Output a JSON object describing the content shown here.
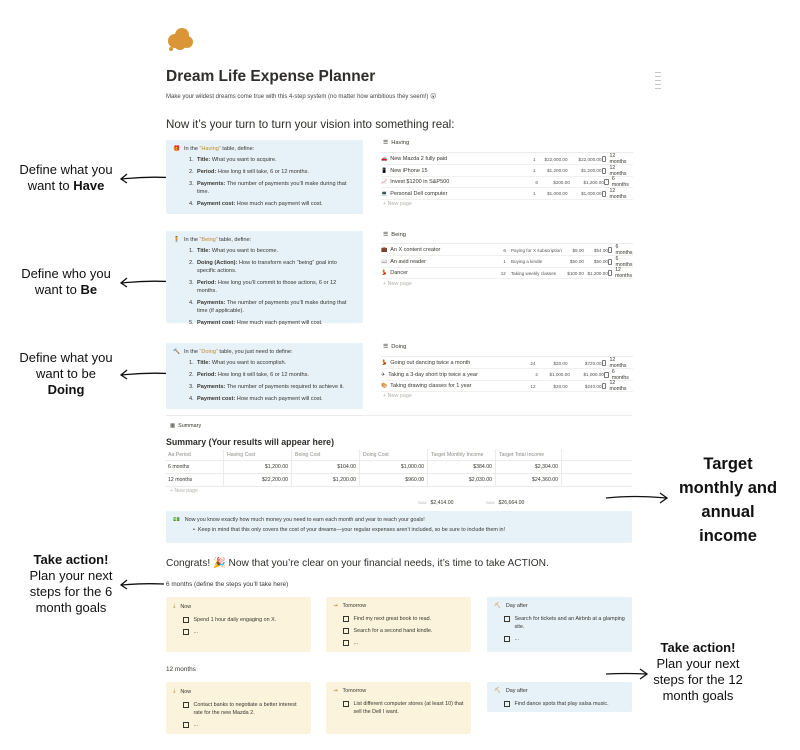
{
  "page": {
    "title": "Dream Life Expense Planner",
    "subtitle": "Make your wildest dreams come true with this 4-step system (no matter how ambitious they seem!) 😮",
    "heading": "Now it’s your turn to turn your vision into something real:"
  },
  "callouts": {
    "have": {
      "line1": "Define what you",
      "line2": "want to ",
      "bold": "Have"
    },
    "be": {
      "line1": "Define who you",
      "line2": "want to ",
      "bold": "Be"
    },
    "doing": {
      "line1": "Define what you",
      "line2": "want to be",
      "bold": "Doing"
    },
    "target": {
      "l1": "Target",
      "l2": "monthly and",
      "l3": "annual",
      "l4": "income"
    },
    "action6": {
      "bold": "Take action!",
      "l1": "Plan your next",
      "l2": "steps for the 6",
      "l3": "month goals"
    },
    "action12": {
      "bold": "Take action!",
      "l1": "Plan your next",
      "l2": "steps for the 12",
      "l3": "month goals"
    }
  },
  "having": {
    "intro_pre": "In the ",
    "intro_hl": "“Having”",
    "intro_post": " table, define:",
    "items": [
      {
        "n": "1.",
        "b": "Title:",
        "t": " What you want to acquire."
      },
      {
        "n": "2.",
        "b": "Period:",
        "t": " How long it will take, 6 or 12 months."
      },
      {
        "n": "3.",
        "b": "Payments:",
        "t": " The number of payments you’ll make during that time."
      },
      {
        "n": "4.",
        "b": "Payment cost:",
        "t": " How much each payment will cost."
      }
    ],
    "db_title": "Having",
    "rows": [
      {
        "name": "New Mazda 2 fully paid",
        "a": "1",
        "b": "$22,000.00",
        "c": "$22,000.00",
        "period": "12 months"
      },
      {
        "name": "New iPhone 15",
        "a": "1",
        "b": "$1,200.00",
        "c": "$1,200.00",
        "period": "12 months"
      },
      {
        "name": "Invest $1200 in S&P500",
        "a": "6",
        "b": "$200.00",
        "c": "$1,200.00",
        "period": "6 months"
      },
      {
        "name": "Personal Dell computer",
        "a": "1",
        "b": "$1,000.00",
        "c": "$1,000.00",
        "period": "12 months"
      }
    ],
    "new_page": "+ New page"
  },
  "being": {
    "intro_pre": "In the ",
    "intro_hl": "“Being”",
    "intro_post": " table, define:",
    "items": [
      {
        "n": "1.",
        "b": "Title:",
        "t": " What you want to become."
      },
      {
        "n": "2.",
        "b": "Doing (Action):",
        "t": " How to transform each “being” goal into specific actions."
      },
      {
        "n": "3.",
        "b": "Period:",
        "t": " How long you’ll commit to those actions, 6 or 12 months."
      },
      {
        "n": "4.",
        "b": "Payments:",
        "t": " The number of payments you’ll make during that time (if applicable)."
      },
      {
        "n": "5.",
        "b": "Payment cost:",
        "t": " How much each payment will cost."
      }
    ],
    "db_title": "Being",
    "rows": [
      {
        "name": "An X content creator",
        "a": "6",
        "d": "Paying for X subscription",
        "b": "$9.00",
        "c": "$54.00",
        "period": "6 months"
      },
      {
        "name": "An avid reader",
        "a": "1",
        "d": "Buying a kindle",
        "b": "$50.00",
        "c": "$50.00",
        "period": "6 months"
      },
      {
        "name": "Dancer",
        "a": "12",
        "d": "Taking weekly classes",
        "b": "$100.00",
        "c": "$1,200.00",
        "period": "12 months"
      }
    ],
    "new_page": "+ New page"
  },
  "doing": {
    "intro_pre": "In the ",
    "intro_hl": "“Doing”",
    "intro_post": " table, you just need to define:",
    "items": [
      {
        "n": "1.",
        "b": "Title:",
        "t": " What you want to accomplish."
      },
      {
        "n": "2.",
        "b": "Period:",
        "t": " How long it will take, 6 or 12 months."
      },
      {
        "n": "3.",
        "b": "Payments:",
        "t": " The number of payments required to achieve it."
      },
      {
        "n": "4.",
        "b": "Payment cost:",
        "t": " How much each payment will cost."
      }
    ],
    "db_title": "Doing",
    "rows": [
      {
        "name": "Going out dancing twice a month",
        "a": "24",
        "b": "$30.00",
        "c": "$720.00",
        "period": "12 months"
      },
      {
        "name": "Taking a 3-day short trip twice a year",
        "a": "2",
        "b": "$1,000.00",
        "c": "$1,000.00",
        "period": "6 months"
      },
      {
        "name": "Taking drawing classes for 1 year",
        "a": "12",
        "b": "$20.00",
        "c": "$240.00",
        "period": "12 months"
      }
    ],
    "new_page": "+ New page"
  },
  "summary": {
    "label": "Summary",
    "title": "Summary (Your results will appear here)",
    "headers": [
      "Aa  Period",
      "Having Cost",
      "Being Cost",
      "Doing Cost",
      "Target Monthly Income",
      "Target Total Income"
    ],
    "rows": [
      [
        "6 months",
        "$1,200.00",
        "$104.00",
        "$1,000.00",
        "$384.00",
        "$2,304.00"
      ],
      [
        "12 months",
        "$22,200.00",
        "$1,200.00",
        "$960.00",
        "$2,030.00",
        "$24,360.00"
      ]
    ],
    "new_page": "+ New page",
    "sum_label": "SUM",
    "sum_monthly": "$2,414.00",
    "sum_total": "$26,664.00"
  },
  "note": {
    "line1": "Now you know exactly how much money you need to earn each month and year to reach your goals!",
    "bullet": "Keep in mind that this only covers the cost of your dreams—your regular expenses aren’t included, so be sure to include them in!"
  },
  "congrats": "Congrats! 🎉 Now that you’re clear on your financial needs, it’s time to take ACTION.",
  "six": {
    "title": "6 months (define the steps you’ll take here)",
    "now": {
      "label": "Now",
      "todos": [
        "Spend 1 hour daily engaging on X.",
        "..."
      ]
    },
    "tomorrow": {
      "label": "Tomorrow",
      "todos": [
        "Find my next great book to read.",
        "Search for a second hand kindle.",
        "..."
      ]
    },
    "dayafter": {
      "label": "Day after",
      "todos": [
        "Search for tickets and an Airbnb at a glamping site.",
        "..."
      ]
    }
  },
  "twelve": {
    "title": "12 months",
    "now": {
      "label": "Now",
      "todos": [
        "Contact banks to negotiate a better interest rate for the new Mazda 2.",
        "..."
      ]
    },
    "tomorrow": {
      "label": "Tomorrow",
      "todos": [
        "List different computer stores (at least 10) that sell the Dell I want."
      ]
    },
    "dayafter": {
      "label": "Day after",
      "todos": [
        "Find dance spots that play salsa music."
      ]
    }
  }
}
